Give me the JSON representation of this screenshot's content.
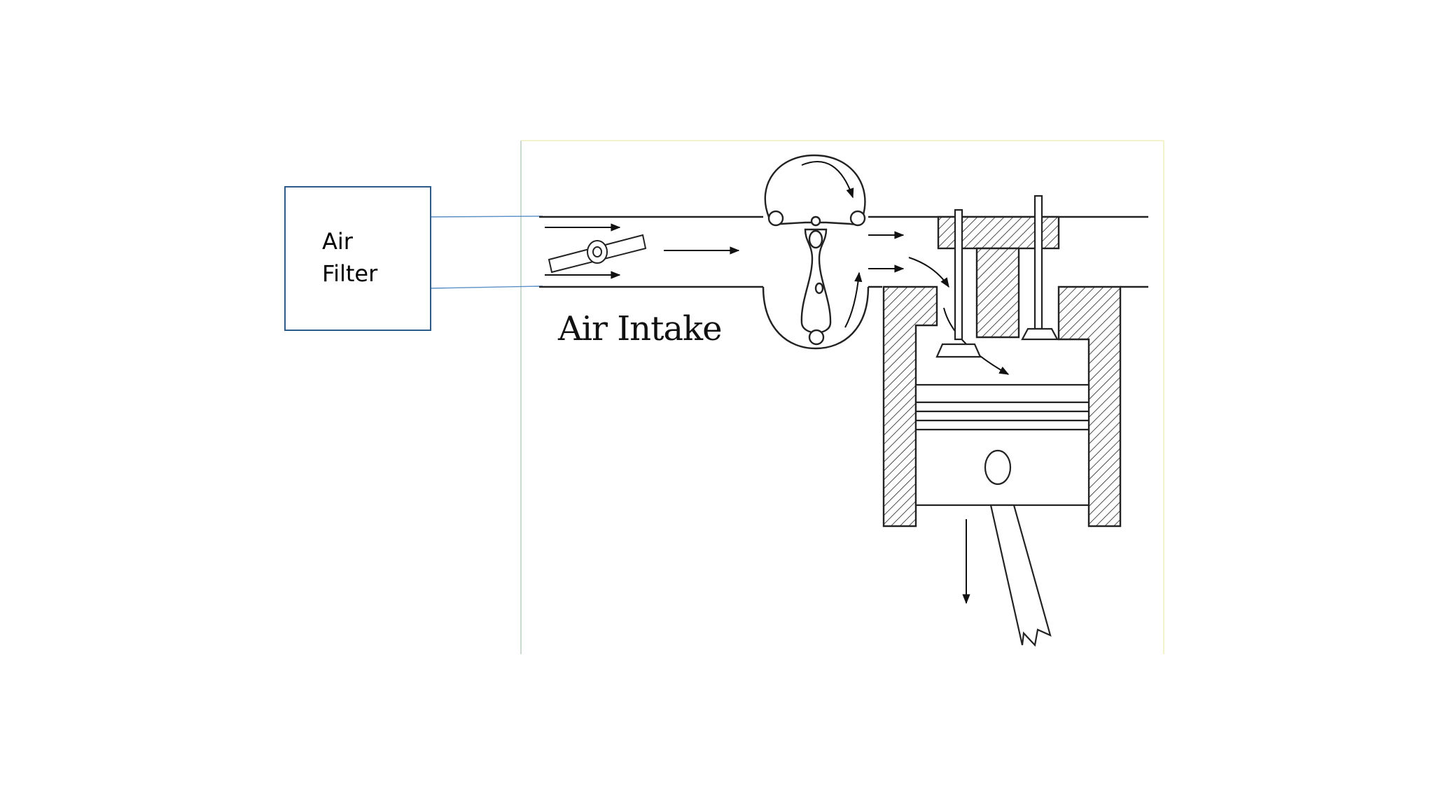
{
  "filter": {
    "label_line1": "Air",
    "label_line2": "Filter"
  },
  "diagram": {
    "label": "Air Intake"
  },
  "colors": {
    "filter_border": "#2e5a88",
    "connector": "#5b8fc7",
    "drawing": "#222222",
    "frame": "#f0f0c8"
  },
  "icons": {
    "flow": "arrow-right-icon",
    "valve": "valve-icon",
    "piston": "piston-icon"
  }
}
